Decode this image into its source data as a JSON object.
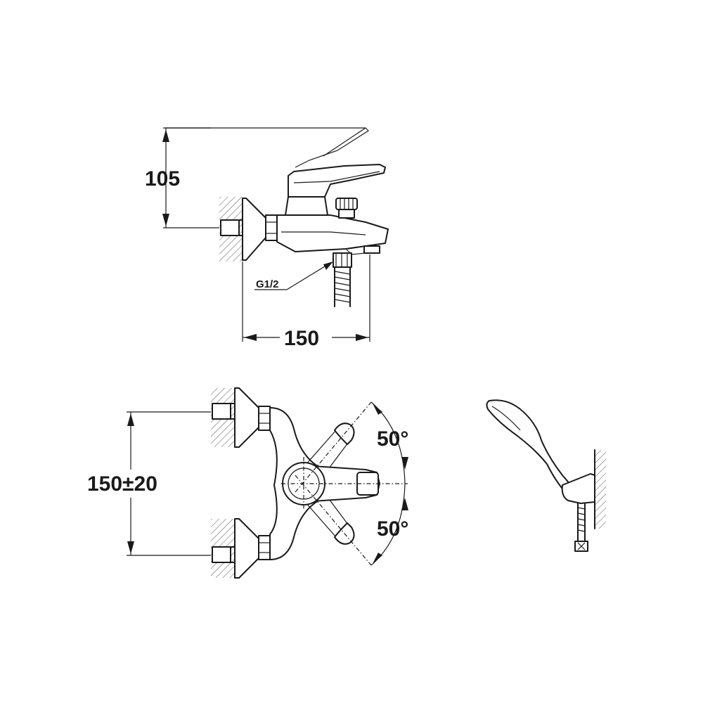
{
  "dimensions": {
    "height": "105",
    "width": "150",
    "spacing": "150±20",
    "angle_upper": "50°",
    "angle_lower": "50°"
  },
  "labels": {
    "thread": "G1/2"
  }
}
